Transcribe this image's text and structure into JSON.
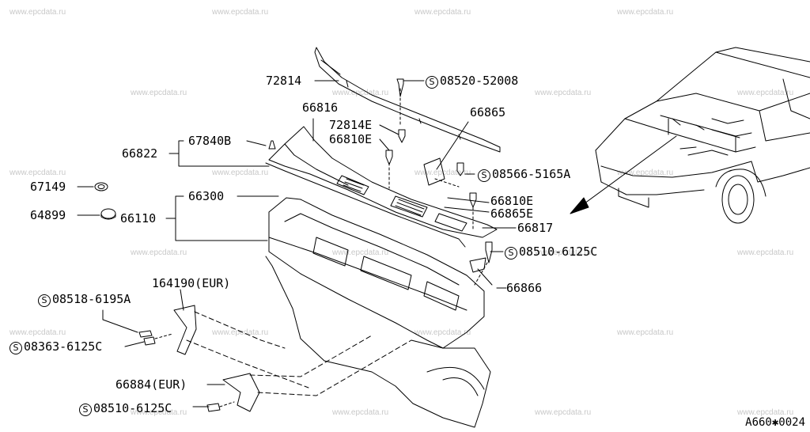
{
  "watermark": "www.epcdata.ru",
  "diagram_ref": "A660✱0024",
  "screw_symbol": "S",
  "labels": {
    "p72814": "72814",
    "p66816": "66816",
    "p72814e": "72814E",
    "p66810e_a": "66810E",
    "p67840b": "67840B",
    "p66822": "66822",
    "p67149": "67149",
    "p64899": "64899",
    "p66300": "66300",
    "p66110": "66110",
    "p66865": "66865",
    "p66810e_b": "66810E",
    "p66865e": "66865E",
    "p66817": "66817",
    "p66866": "66866",
    "p164190": "164190(EUR)",
    "p66884": "66884(EUR)",
    "s08520": "08520-52008",
    "s08566": "08566-5165A",
    "s08510a": "08510-6125C",
    "s08518": "08518-6195A",
    "s08363": "08363-6125C",
    "s08510b": "08510-6125C"
  }
}
